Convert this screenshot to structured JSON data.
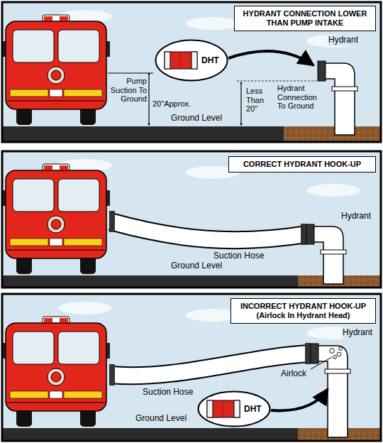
{
  "diagram": {
    "nodes": [
      {
        "text": [
          "HYDRANT CONNECTION LOWER THAN PUMP INTAKE"
        ]
      },
      {
        "text": [
          "DHT"
        ]
      },
      {
        "text": [
          "CORRECT HYDRANT HOOK-UP"
        ]
      },
      {
        "text": [
          "INCORRECT HYDRANT HOOK-UP",
          "(Airlock In Hydrant Head)"
        ]
      },
      {
        "text": [
          "DHT"
        ]
      }
    ],
    "labels": [
      "Pump Suction To Ground",
      "20\"Approx.",
      "Less Than 20\"",
      "Hydrant",
      "Hydrant Connection To Ground",
      "Ground Level",
      "Hydrant",
      "Suction Hose",
      "Ground Level",
      "Hydrant",
      "Airlock",
      "Suction Hose",
      "Ground Level"
    ]
  }
}
